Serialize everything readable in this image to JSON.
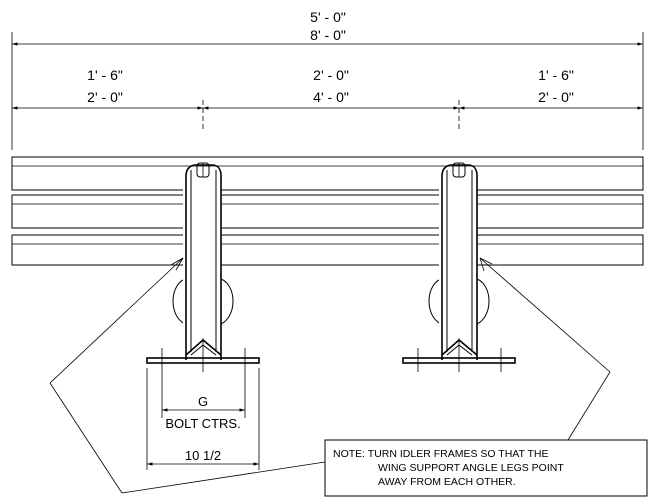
{
  "dimensions": {
    "overall_top": "5' - 0\"",
    "overall_bottom": "8' - 0\"",
    "left_top": "1' - 6\"",
    "left_bottom": "2' - 0\"",
    "center_top": "2' - 0\"",
    "center_bottom": "4' - 0\"",
    "right_top": "1' - 6\"",
    "right_bottom": "2' - 0\"",
    "gauge": "G",
    "bolt_ctrs": "BOLT CTRS.",
    "foot_width": "10 1/2"
  },
  "note": {
    "line1": "NOTE:  TURN IDLER FRAMES SO THAT THE",
    "line2": "WING SUPPORT ANGLE LEGS POINT",
    "line3": "AWAY FROM EACH OTHER."
  }
}
